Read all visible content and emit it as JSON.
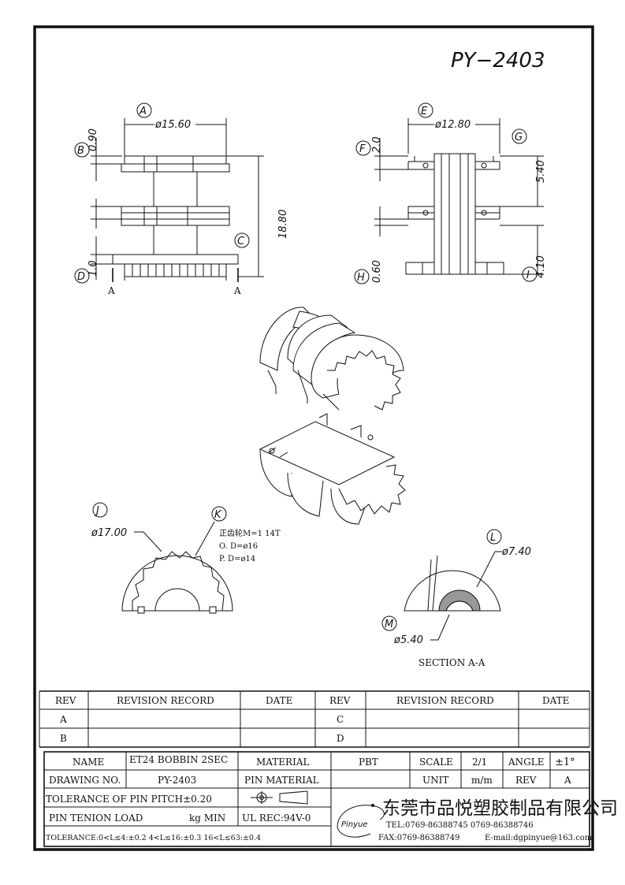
{
  "drawing": {
    "part_number": "PY−2403",
    "top_view": {
      "callouts": [
        "A",
        "B",
        "C",
        "D"
      ],
      "dims": {
        "width": "ø15.60",
        "height": "18.80",
        "flange": "0.90",
        "base": "1.0"
      },
      "section_mark": "A"
    },
    "side_view": {
      "callouts": [
        "E",
        "F",
        "G",
        "H",
        "I"
      ],
      "dims": {
        "width": "ø12.80",
        "top": "2.0",
        "right_top": "5.40",
        "bottom": "0.60",
        "right_bottom": "4.10"
      }
    },
    "gear_view": {
      "callouts": [
        "J",
        "K"
      ],
      "od": "ø17.00",
      "note": [
        "正齿轮M=1 14T",
        "O. D=ø16",
        "P. D=ø14"
      ]
    },
    "section_view": {
      "callouts": [
        "L",
        "M"
      ],
      "outer": "ø7.40",
      "inner": "ø5.40",
      "caption": "SECTION  A-A"
    }
  },
  "revision_table": {
    "headers": [
      "REV",
      "REVISION RECORD",
      "DATE",
      "REV",
      "REVISION RECORD",
      "DATE"
    ],
    "rows": [
      [
        "A",
        "",
        "",
        "C",
        "",
        ""
      ],
      [
        "B",
        "",
        "",
        "D",
        "",
        ""
      ]
    ]
  },
  "title_block": {
    "name_label": "NAME",
    "name_value": "ET24 BOBBIN 2SEC",
    "material_label": "MATERIAL",
    "material_value": "PBT",
    "scale_label": "SCALE",
    "scale_value": "2/1",
    "angle_label": "ANGLE",
    "angle_value": "±1°",
    "drawing_no_label": "DRAWING NO.",
    "drawing_no_value": "PY-2403",
    "pin_material_label": "PIN MATERIAL",
    "unit_label": "UNIT",
    "unit_value": "m/m",
    "rev_label": "REV",
    "rev_value": "A",
    "tolerance_pitch": "TOLERANCE OF PIN PITCH±0.20",
    "pin_load_label": "PIN TENION LOAD",
    "pin_load_unit": "kg MIN",
    "ul": "UL REC:94V-0",
    "tolerance": "TOLERANCE:0<L≤4:±0.2  4<L≤16:±0.3  16<L≤63:±0.4",
    "logo": "Pinyue",
    "company": "东莞市品悦塑胶制品有限公司",
    "tel": "TEL:0769-86388745   0769-86388746",
    "fax": "FAX:0769-86388749",
    "email": "E-mail:dgpinyue@163.com"
  }
}
